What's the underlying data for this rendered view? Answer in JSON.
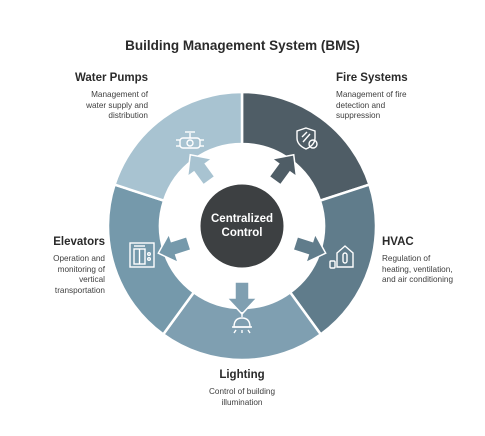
{
  "title": "Building Management System (BMS)",
  "center": {
    "line1": "Centralized",
    "line2": "Control"
  },
  "sections": {
    "water_pumps": {
      "title": "Water Pumps",
      "desc": [
        "Management of",
        "water supply and",
        "distribution"
      ],
      "color": "#a8c3d1",
      "icon": "valve-icon"
    },
    "fire_systems": {
      "title": "Fire Systems",
      "desc": [
        "Management of fire",
        "detection and",
        "suppression"
      ],
      "color": "#4f5d66",
      "icon": "fire-shield-icon"
    },
    "hvac": {
      "title": "HVAC",
      "desc": [
        "Regulation of",
        "heating, ventilation,",
        "and air conditioning"
      ],
      "color": "#607c8b",
      "icon": "thermostat-house-icon"
    },
    "lighting": {
      "title": "Lighting",
      "desc": [
        "Control of building",
        "illumination"
      ],
      "color": "#7f9fb1",
      "icon": "lamp-icon"
    },
    "elevators": {
      "title": "Elevators",
      "desc": [
        "Operation and",
        "monitoring of",
        "vertical",
        "transportation"
      ],
      "color": "#7599ab",
      "icon": "elevator-icon"
    }
  },
  "colors": {
    "center_fill": "#3d4042",
    "center_text": "#ffffff",
    "ring_gap": "#ffffff"
  }
}
